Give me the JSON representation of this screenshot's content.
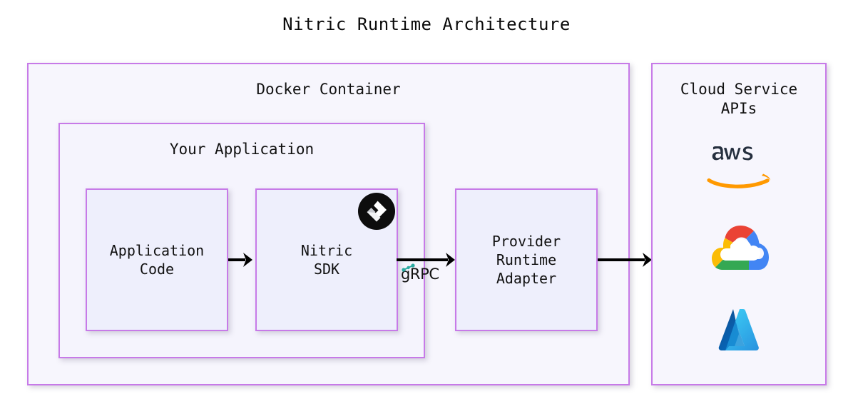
{
  "title": "Nitric Runtime Architecture",
  "containers": {
    "docker": {
      "label": "Docker Container"
    },
    "application": {
      "label": "Your Application"
    },
    "cloud": {
      "label": "Cloud Service\nAPIs"
    }
  },
  "nodes": {
    "app_code": {
      "label": "Application\nCode"
    },
    "nitric_sdk": {
      "label": "Nitric\nSDK"
    },
    "provider_adapter": {
      "label": "Provider\nRuntime\nAdapter"
    }
  },
  "edges": {
    "code_to_sdk": {
      "label": ""
    },
    "sdk_to_adapter": {
      "label": "gRPC"
    },
    "adapter_to_cloud": {
      "label": ""
    }
  },
  "badges": {
    "nitric": {
      "name": "nitric-logo"
    }
  },
  "cloud_logos": [
    {
      "name": "aws-logo",
      "label": "aws"
    },
    {
      "name": "google-cloud-logo",
      "label": "Google Cloud"
    },
    {
      "name": "azure-logo",
      "label": "Microsoft Azure"
    }
  ],
  "colors": {
    "border": "#c77ae8",
    "outer_fill": "#f7f6fd",
    "leaf_fill": "#eeeffc",
    "arrow": "#000000",
    "grpc_accent": "#2aa9a0",
    "aws_text": "#252f3e",
    "aws_swoosh": "#ff9900",
    "gcp_red": "#ea4335",
    "gcp_blue": "#4285f4",
    "gcp_yellow": "#fbbc05",
    "gcp_green": "#34a853",
    "azure_light": "#50b0ee",
    "azure_dark": "#0f5ea8"
  }
}
